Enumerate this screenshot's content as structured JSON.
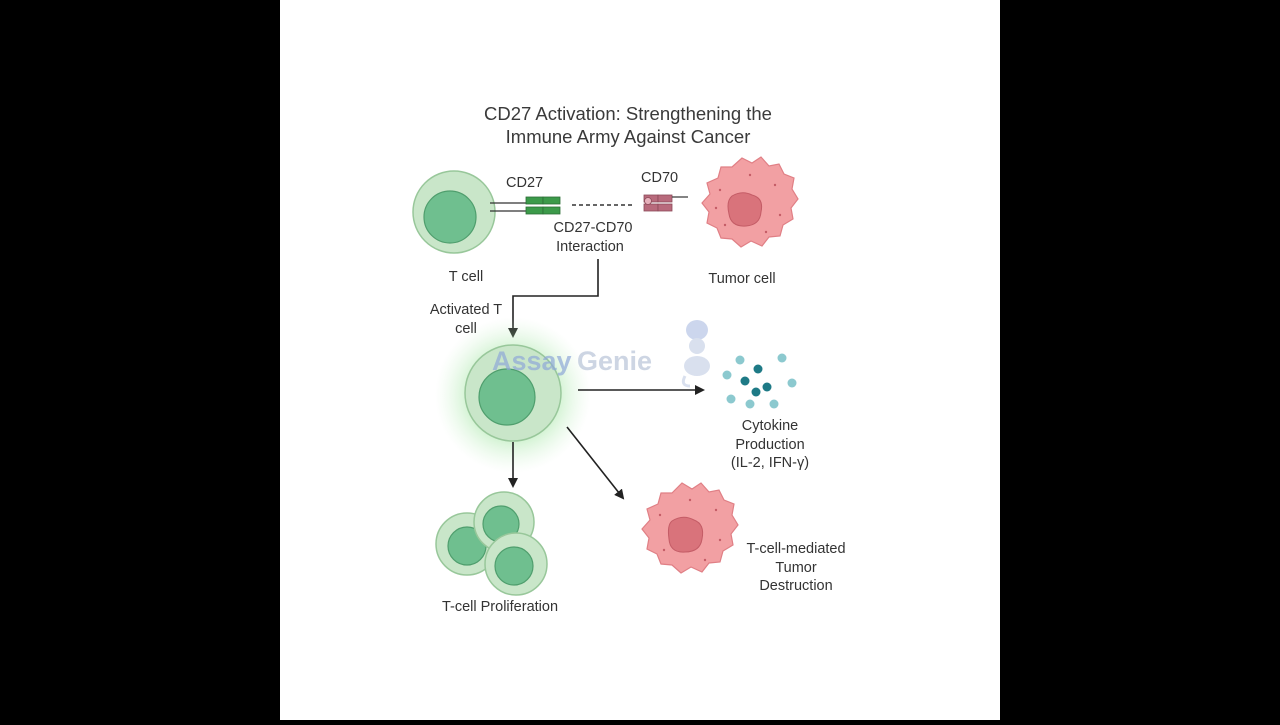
{
  "title": {
    "line1": "CD27 Activation: Strengthening the",
    "line2": "Immune Army Against Cancer"
  },
  "labels": {
    "cd27": "CD27",
    "cd70": "CD70",
    "interaction_line1": "CD27-CD70",
    "interaction_line2": "Interaction",
    "t_cell": "T cell",
    "tumor_cell": "Tumor cell",
    "activated_line1": "Activated T",
    "activated_line2": "cell",
    "cytokine_line1": "Cytokine",
    "cytokine_line2": "Production",
    "cytokine_line3": "(IL-2, IFN-γ)",
    "proliferation": "T-cell Proliferation",
    "destruction_line1": "T-cell-mediated",
    "destruction_line2": "Tumor",
    "destruction_line3": "Destruction"
  },
  "watermark": {
    "part1": "Assay",
    "part2": "Genie"
  },
  "colors": {
    "t_cell_outer": "#c9e6c9",
    "t_cell_inner": "#6fbf8f",
    "cd27_receptor": "#3c9a4a",
    "cd70_ligand": "#b86a7c",
    "tumor_outer": "#f2a0a3",
    "tumor_nucleus": "#d9737b",
    "cytokine_dark": "#1e7a86",
    "cytokine_light": "#8cc9cf",
    "arrow": "#222222",
    "watermark_blue": "#8fa8d8"
  }
}
